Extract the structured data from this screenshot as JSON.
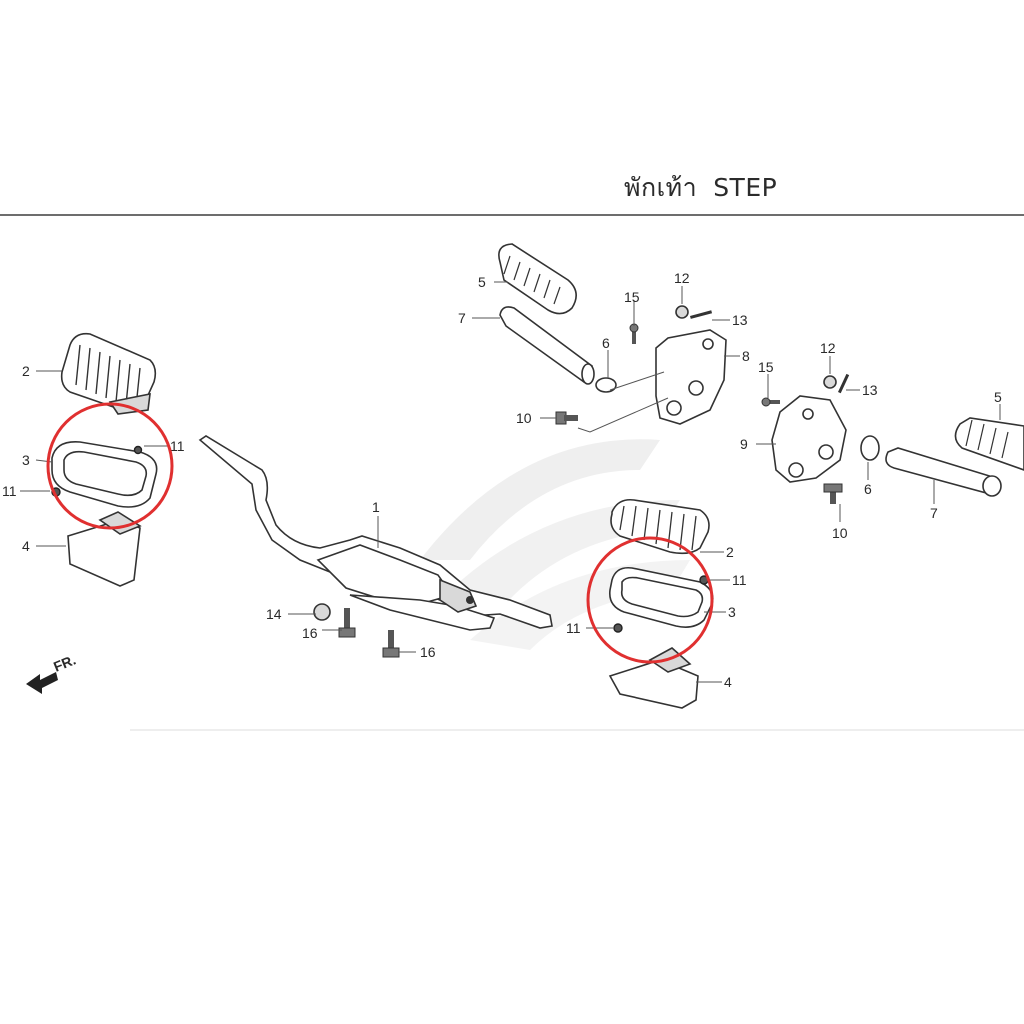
{
  "header": {
    "title_thai": "พักเท้า",
    "title_en": "STEP"
  },
  "fr_mark": "FR.",
  "callouts": [
    "1",
    "2",
    "3",
    "4",
    "5",
    "6",
    "7",
    "8",
    "9",
    "10",
    "11",
    "12",
    "13",
    "14",
    "15",
    "16"
  ],
  "colors": {
    "highlight_circle": "#e03030",
    "line": "#333333",
    "watermark": "#d8d8d8"
  }
}
